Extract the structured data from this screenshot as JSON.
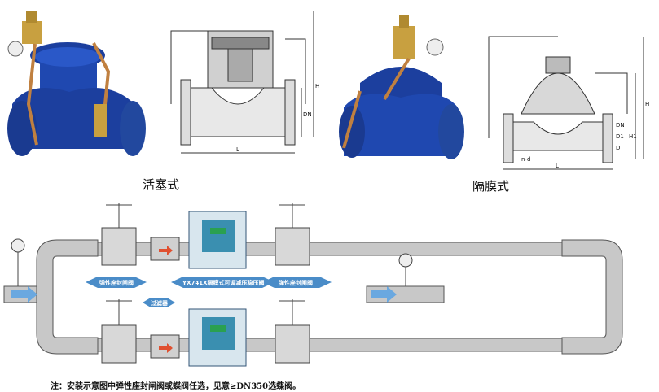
{
  "captions": {
    "piston_type": "活塞式",
    "diaphragm_type": "隔膜式"
  },
  "drawing_labels": {
    "piston": {
      "h": "H",
      "dn": "DN",
      "l": "L"
    },
    "diaphragm": {
      "dn": "DN",
      "d1": "D1",
      "d": "D",
      "h1": "H1",
      "h": "H",
      "l": "L",
      "nd": "n-d"
    }
  },
  "installation": {
    "label_gate_valve_left": "弹性座封闸阀",
    "label_main_valve": "YX741X隔膜式可调减压稳压阀",
    "label_gate_valve_right": "弹性座封闸阀",
    "label_filter": "过滤器"
  },
  "note": "注：安装示意图中弹性座封闸阀或蝶阀任选，见意≥DN350选蝶阀。",
  "colors": {
    "valve_blue": "#1c3f9e",
    "pipe_gray": "#c8c8c8",
    "flow_blue": "#6aa8e0",
    "brass": "#c8a040"
  }
}
